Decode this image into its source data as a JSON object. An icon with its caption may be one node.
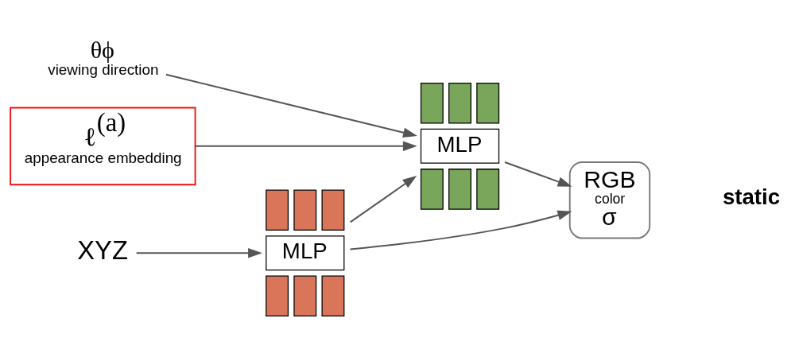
{
  "diagram": {
    "nodes": [
      {
        "text": [
          "ℓ$^{(a)}$",
          "appearance embedding"
        ]
      },
      {
        "text": [
          "θϕ",
          "viewing direction"
        ]
      },
      {
        "text": [
          "XYZ"
        ]
      },
      {
        "text": [
          "MLP"
        ]
      },
      {
        "text": [
          "MLP"
        ]
      },
      {
        "text": [
          "RGB",
          "color",
          "σ"
        ]
      }
    ],
    "edges": [
      {
        "from": 0,
        "to": 3,
        "arrow": "to"
      },
      {
        "from": 1,
        "to": 3,
        "arrow": "to"
      },
      {
        "from": 2,
        "to": 4,
        "arrow": "to"
      },
      {
        "from": 4,
        "to": 3,
        "arrow": "to"
      },
      {
        "from": 3,
        "to": 5,
        "arrow": "to"
      },
      {
        "from": 4,
        "to": 5,
        "arrow": "to"
      }
    ],
    "labels": [
      "static"
    ]
  }
}
